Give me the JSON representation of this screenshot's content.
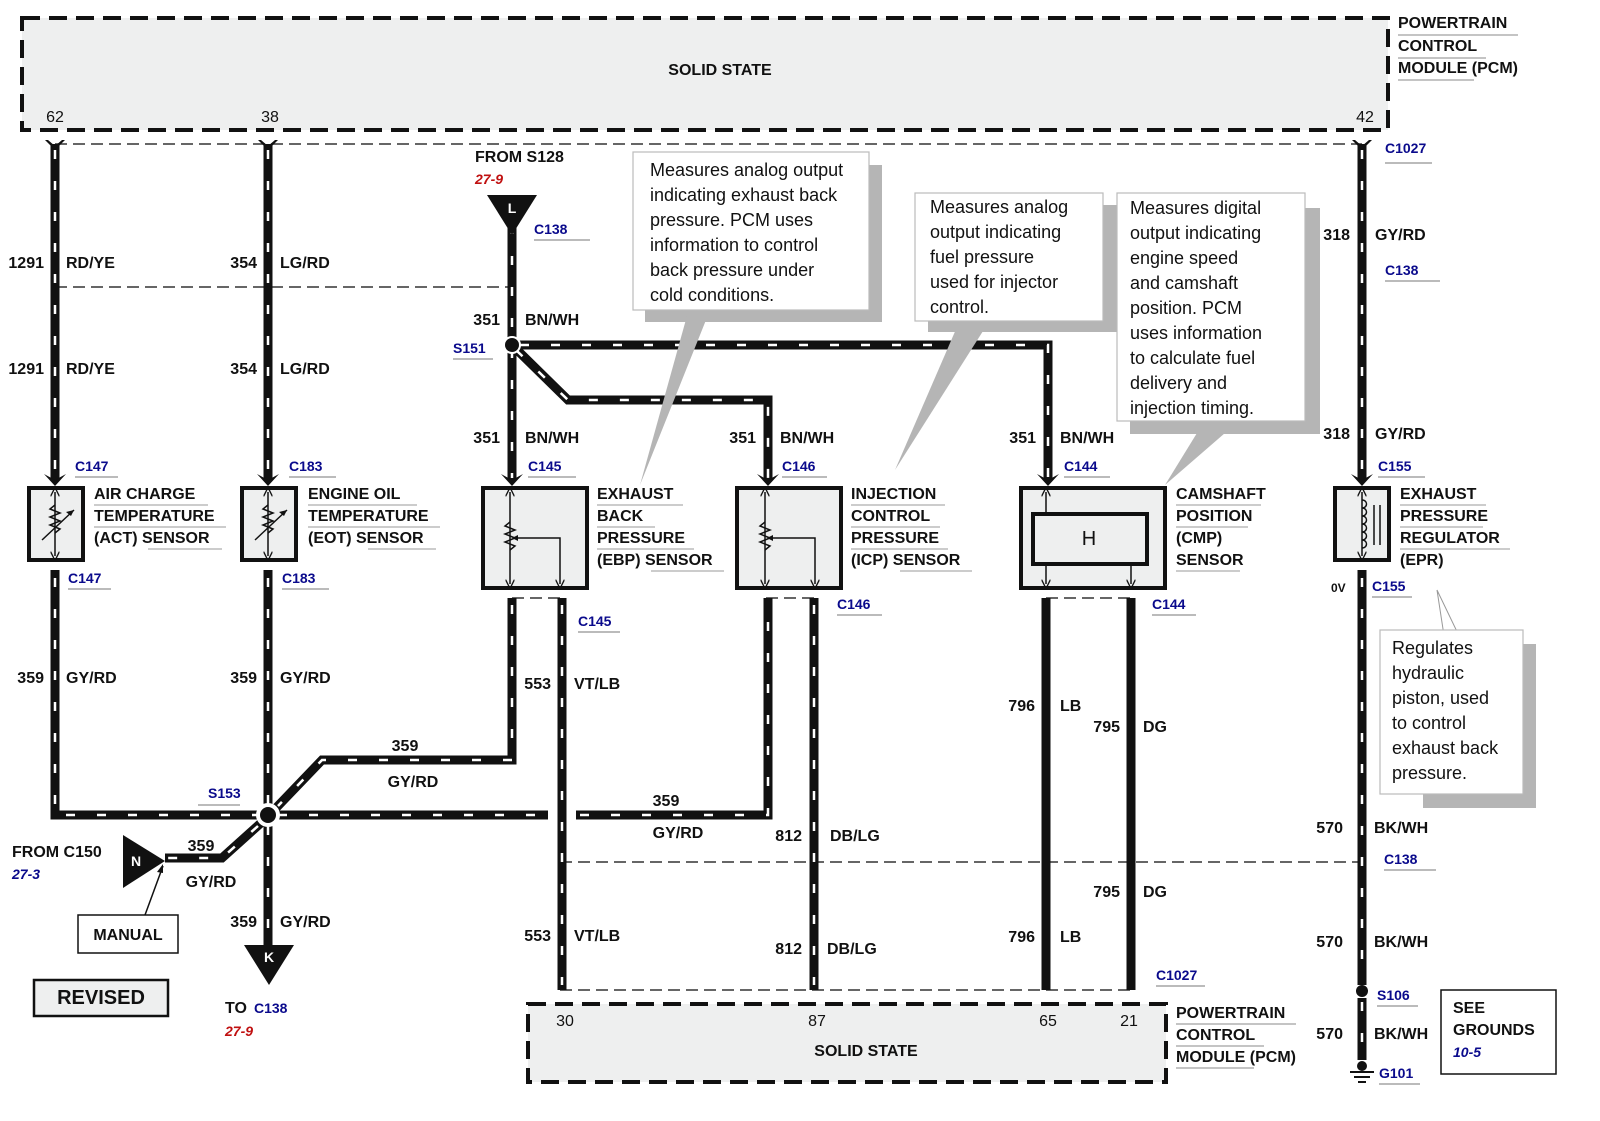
{
  "title": "Powertrain Control Module sensor wiring diagram",
  "pcm_top": {
    "label": "SOLID STATE",
    "name_lines": [
      "POWERTRAIN",
      "CONTROL",
      "MODULE (PCM)"
    ],
    "pins": [
      "62",
      "38",
      "42"
    ]
  },
  "pcm_bottom": {
    "label": "SOLID STATE",
    "name_lines": [
      "POWERTRAIN",
      "CONTROL",
      "MODULE (PCM)"
    ],
    "pins": [
      "30",
      "87",
      "65",
      "21"
    ]
  },
  "connectors": {
    "c1027": "C1027",
    "c138": "C138",
    "c147": "C147",
    "c183": "C183",
    "c145": "C145",
    "c146": "C146",
    "c144": "C144",
    "c155": "C155",
    "s151": "S151",
    "s153": "S153",
    "s106": "S106",
    "g101": "G101"
  },
  "wires": {
    "w1291": {
      "circuit": "1291",
      "color": "RD/YE"
    },
    "w354": {
      "circuit": "354",
      "color": "LG/RD"
    },
    "w351": {
      "circuit": "351",
      "color": "BN/WH"
    },
    "w318": {
      "circuit": "318",
      "color": "GY/RD"
    },
    "w359": {
      "circuit": "359",
      "color": "GY/RD"
    },
    "w553": {
      "circuit": "553",
      "color": "VT/LB"
    },
    "w812": {
      "circuit": "812",
      "color": "DB/LG"
    },
    "w796": {
      "circuit": "796",
      "color": "LB"
    },
    "w795": {
      "circuit": "795",
      "color": "DG"
    },
    "w570": {
      "circuit": "570",
      "color": "BK/WH"
    }
  },
  "components": {
    "act": {
      "lines": [
        "AIR CHARGE",
        "TEMPERATURE",
        "(ACT) SENSOR"
      ]
    },
    "eot": {
      "lines": [
        "ENGINE OIL",
        "TEMPERATURE",
        "(EOT) SENSOR"
      ]
    },
    "ebp": {
      "lines": [
        "EXHAUST",
        "BACK",
        "PRESSURE",
        "(EBP) SENSOR"
      ]
    },
    "icp": {
      "lines": [
        "INJECTION",
        "CONTROL",
        "PRESSURE",
        "(ICP) SENSOR"
      ]
    },
    "cmp": {
      "lines": [
        "CAMSHAFT",
        "POSITION",
        "(CMP)",
        "SENSOR"
      ],
      "symbol": "H"
    },
    "epr": {
      "lines": [
        "EXHAUST",
        "PRESSURE",
        "REGULATOR",
        "(EPR)"
      ],
      "voltage": "0V"
    }
  },
  "callouts": {
    "ebp": [
      "Measures analog output",
      "indicating exhaust back",
      "pressure.  PCM uses",
      "information to control",
      "back  pressure under",
      "cold conditions."
    ],
    "icp": [
      "Measures analog",
      "output indicating",
      "fuel pressure",
      "used for  injector",
      "control."
    ],
    "cmp": [
      "Measures digital",
      "output indicating",
      "engine speed",
      "and camshaft",
      "position.  PCM",
      "uses information",
      "to calculate fuel",
      "delivery and",
      "injection timing."
    ],
    "epr": [
      "Regulates",
      "hydraulic",
      "piston, used",
      "to control",
      "exhaust back",
      "pressure."
    ]
  },
  "offpage": {
    "from_s128": {
      "label": "FROM S128",
      "ref": "27-9",
      "letter": "L"
    },
    "from_c150": {
      "label": "FROM C150",
      "ref": "27-3",
      "letter": "N"
    },
    "to_c138": {
      "prefix": "TO",
      "conn": "C138",
      "ref": "27-9",
      "letter": "K"
    }
  },
  "notes": {
    "manual": "MANUAL",
    "revised": "REVISED",
    "see_grounds": [
      "SEE",
      "GROUNDS"
    ],
    "see_grounds_ref": "10-5"
  }
}
